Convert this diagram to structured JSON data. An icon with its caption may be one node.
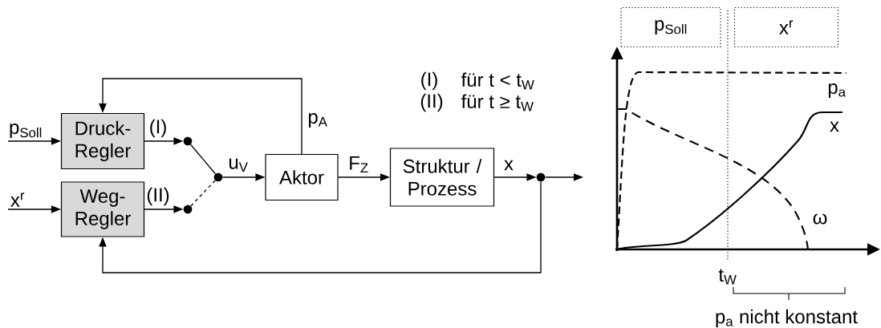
{
  "diagram": {
    "nodes": [
      {
        "text": [
          "Druck- Regler"
        ]
      },
      {
        "text": [
          "Weg- Regler"
        ]
      },
      {
        "text": [
          "Aktor"
        ]
      },
      {
        "text": [
          "Struktur / Prozess"
        ]
      },
      {
        "text": [],
        "shape": "circle"
      },
      {
        "text": [],
        "shape": "circle"
      },
      {
        "text": [],
        "shape": "circle"
      },
      {
        "text": [],
        "shape": "circle"
      },
      {
        "text": [
          "p$_{Soll}$"
        ]
      },
      {
        "text": [
          "x$^{r}$"
        ]
      }
    ],
    "edges": [
      {
        "from": null,
        "to": 0,
        "arrow": "to",
        "label": "p$_{Soll}$"
      },
      {
        "from": null,
        "to": 1,
        "arrow": "to",
        "label": "x$^{r}$"
      },
      {
        "from": 0,
        "to": 4,
        "arrow": "to",
        "label": "(I)"
      },
      {
        "from": 1,
        "to": 5,
        "arrow": "to",
        "label": "(II)"
      },
      {
        "from": 4,
        "to": 6,
        "arrow": "none"
      },
      {
        "from": 5,
        "to": 6,
        "arrow": "none",
        "style": "dashed"
      },
      {
        "from": 6,
        "to": 2,
        "arrow": "to",
        "label": "u$_{V}$"
      },
      {
        "from": 2,
        "to": 0,
        "arrow": "to",
        "label": "p$_{A}$"
      },
      {
        "from": 2,
        "to": 3,
        "arrow": "to",
        "label": "F$_{Z}$"
      },
      {
        "from": 3,
        "to": 7,
        "arrow": "to",
        "label": "x"
      },
      {
        "from": 7,
        "to": null,
        "arrow": "to"
      },
      {
        "from": 7,
        "to": 1,
        "arrow": "to"
      }
    ],
    "labels": [
      "(I)",
      "für  t < t$_{W}$",
      "(II)",
      "für  t ≥ t$_{W}$",
      "p$_{a}$",
      "x",
      "ω",
      "t$_{W}$",
      "p$_{a}$ nicht konstant"
    ]
  }
}
